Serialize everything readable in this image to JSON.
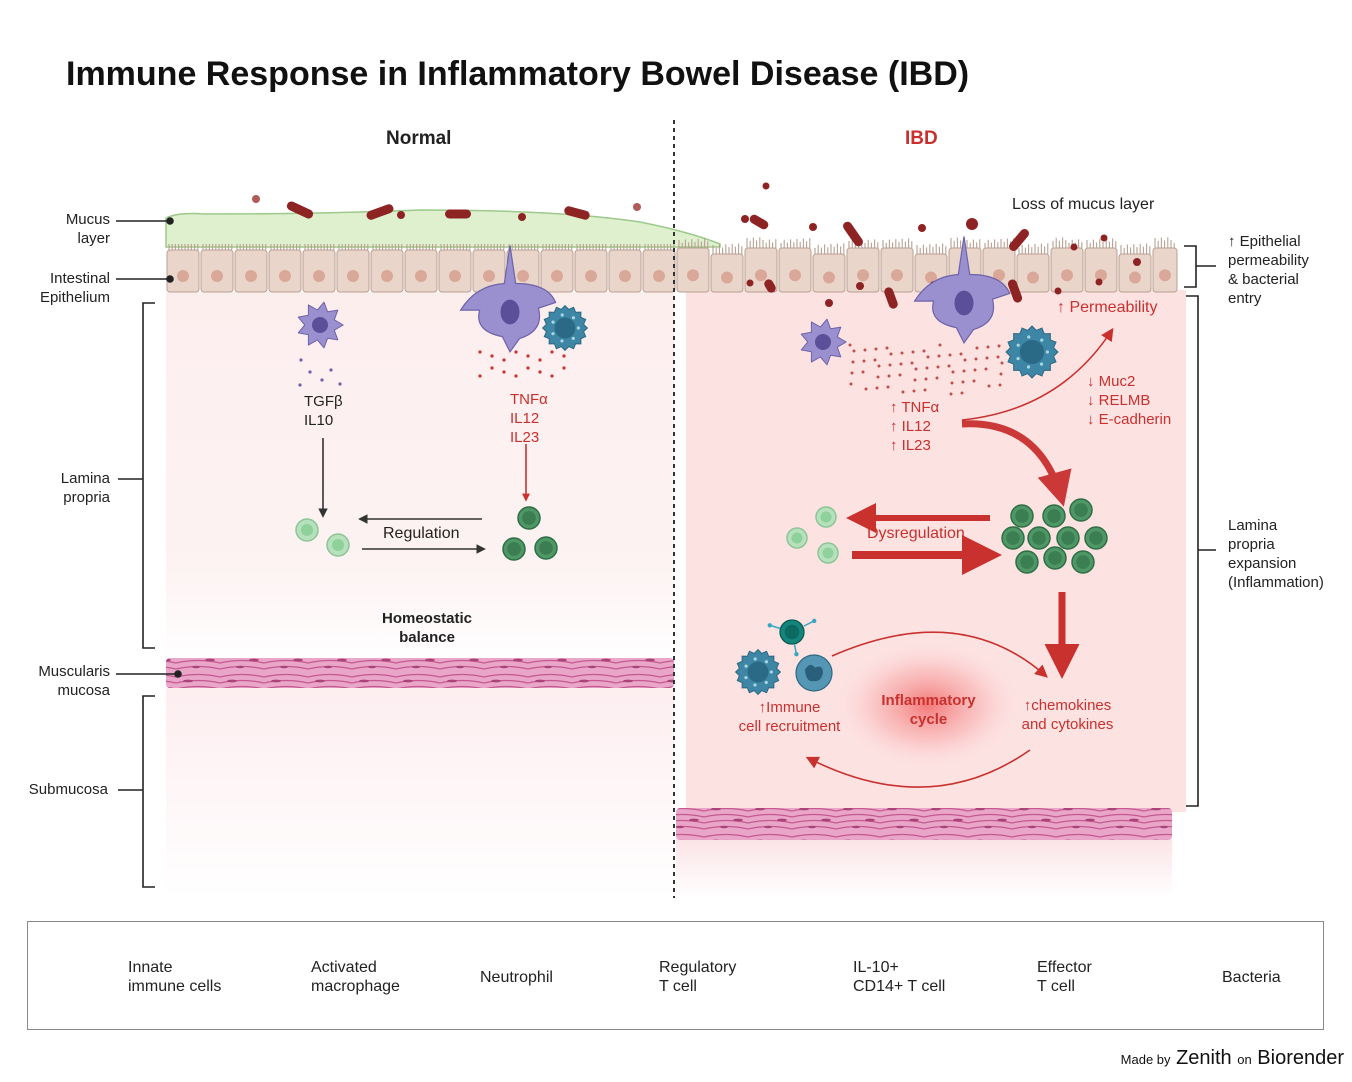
{
  "title": "Immune Response in Inflammatory Bowel Disease (IBD)",
  "panels": {
    "normal": "Normal",
    "ibd": "IBD"
  },
  "layer_labels": {
    "mucus": "Mucus\nlayer",
    "epithelium": "Intestinal\nEpithelium",
    "lamina": "Lamina\npropria",
    "muscularis": "Muscularis\nmucosa",
    "submucosa": "Submucosa"
  },
  "right_labels": {
    "permeability": "↑ Epithelial\npermeability\n& bacterial\nentry",
    "expansion": "Lamina\npropria\nexpansion\n(Inflammation)"
  },
  "normal": {
    "cytokines_anti": "TGFβ\nIL10",
    "cytokines_pro": "TNFα\nIL12\nIL23",
    "regulation": "Regulation",
    "homeostatic": "Homeostatic\nbalance"
  },
  "ibd": {
    "loss_mucus": "Loss of mucus layer",
    "permeability": "↑ Permeability",
    "markers": "↓ Muc2\n↓ RELMB\n↓ E-cadherin",
    "cytokines": "↑ TNFα\n↑ IL12\n↑ IL23",
    "dysregulation": "Dysregulation",
    "recruitment": "↑Immune\ncell recruitment",
    "chemokines": "↑chemokines\nand cytokines",
    "cycle": "Inflammatory\ncycle"
  },
  "legend": [
    {
      "icon": "innate-immune-cells-icon",
      "label": "Innate\nimmune cells"
    },
    {
      "icon": "activated-macrophage-icon",
      "label": "Activated\nmacrophage"
    },
    {
      "icon": "neutrophil-icon",
      "label": "Neutrophil"
    },
    {
      "icon": "regulatory-t-cell-icon",
      "label": "Regulatory\nT cell"
    },
    {
      "icon": "il10-cd14-t-cell-icon",
      "label": "IL-10+\nCD14+ T cell"
    },
    {
      "icon": "effector-t-cell-icon",
      "label": "Effector\nT cell"
    },
    {
      "icon": "bacteria-icon",
      "label": "Bacteria"
    }
  ],
  "credit": {
    "made_by": "Made by",
    "brand": "Zenith",
    "on": "on",
    "platform": "Biorender"
  },
  "colors": {
    "accent_red": "#c8312e",
    "mucus": "#dff0cf",
    "epithelium": "#ead5cb",
    "lamina_normal": "#fdf0f0",
    "lamina_ibd": "#fde2e2",
    "muscle": "#e7a3c8",
    "dendritic": "#9a8fcf",
    "macrophage": "#3e86a5",
    "regulatory_t": "#b7e0bd",
    "effector_t": "#4f9766",
    "bacteria": "#8e2323"
  }
}
